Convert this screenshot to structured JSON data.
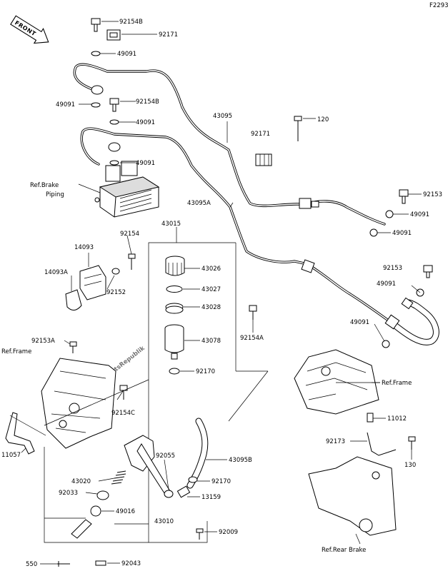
{
  "diagram_id": "F2293",
  "front_label": "FRONT",
  "watermark": "PartsRepublik",
  "references": {
    "brake_piping": [
      "Ref.Brake",
      "Piping"
    ],
    "frame_left": "Ref.Frame",
    "frame_right": "Ref.Frame",
    "rear_brake": "Ref.Rear Brake"
  },
  "callouts": {
    "p92154B_top": "92154B",
    "p92171_top": "92171",
    "p49091_a": "49091",
    "p49091_b": "49091",
    "p92154B_mid": "92154B",
    "p49091_c": "49091",
    "p43095": "43095",
    "p120": "120",
    "p92171_mid": "92171",
    "p49091_d": "49091",
    "p43095A": "43095A",
    "p92153_a": "92153",
    "p49091_e": "49091",
    "p49091_f": "49091",
    "p43015": "43015",
    "p92154": "92154",
    "p14093": "14093",
    "p14093A": "14093A",
    "p92152": "92152",
    "p43026": "43026",
    "p43027": "43027",
    "p43028": "43028",
    "p92153_b": "92153",
    "p49091_g": "49091",
    "p92154A": "92154A",
    "p43078": "43078",
    "p49091_h": "49091",
    "p92153A": "92153A",
    "p92170_a": "92170",
    "p92154C": "92154C",
    "p11012": "11012",
    "p11057": "11057",
    "p92173": "92173",
    "p130": "130",
    "p92055": "92055",
    "p43095B": "43095B",
    "p43020": "43020",
    "p92170_b": "92170",
    "p92033": "92033",
    "p13159": "13159",
    "p49016": "49016",
    "p43010": "43010",
    "p92009": "92009",
    "p550": "550",
    "p92043": "92043"
  }
}
